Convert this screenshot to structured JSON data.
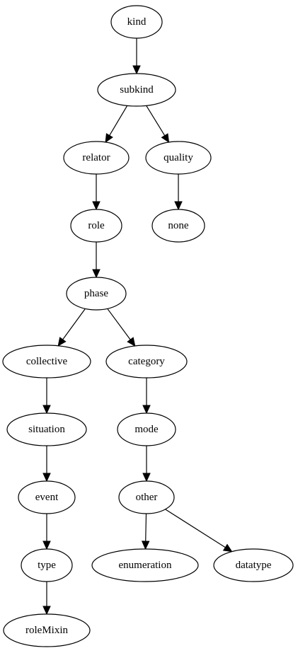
{
  "diagram": {
    "nodes": [
      {
        "id": "kind",
        "label": "kind"
      },
      {
        "id": "subkind",
        "label": "subkind"
      },
      {
        "id": "relator",
        "label": "relator"
      },
      {
        "id": "quality",
        "label": "quality"
      },
      {
        "id": "role",
        "label": "role"
      },
      {
        "id": "none",
        "label": "none"
      },
      {
        "id": "phase",
        "label": "phase"
      },
      {
        "id": "collective",
        "label": "collective"
      },
      {
        "id": "category",
        "label": "category"
      },
      {
        "id": "situation",
        "label": "situation"
      },
      {
        "id": "mode",
        "label": "mode"
      },
      {
        "id": "event",
        "label": "event"
      },
      {
        "id": "other",
        "label": "other"
      },
      {
        "id": "type",
        "label": "type"
      },
      {
        "id": "enumeration",
        "label": "enumeration"
      },
      {
        "id": "datatype",
        "label": "datatype"
      },
      {
        "id": "roleMixin",
        "label": "roleMixin"
      }
    ],
    "edges": [
      {
        "from": "kind",
        "to": "subkind"
      },
      {
        "from": "subkind",
        "to": "relator"
      },
      {
        "from": "subkind",
        "to": "quality"
      },
      {
        "from": "relator",
        "to": "role"
      },
      {
        "from": "quality",
        "to": "none"
      },
      {
        "from": "role",
        "to": "phase"
      },
      {
        "from": "phase",
        "to": "collective"
      },
      {
        "from": "phase",
        "to": "category"
      },
      {
        "from": "collective",
        "to": "situation"
      },
      {
        "from": "category",
        "to": "mode"
      },
      {
        "from": "situation",
        "to": "event"
      },
      {
        "from": "mode",
        "to": "other"
      },
      {
        "from": "event",
        "to": "type"
      },
      {
        "from": "other",
        "to": "enumeration"
      },
      {
        "from": "other",
        "to": "datatype"
      },
      {
        "from": "type",
        "to": "roleMixin"
      }
    ]
  }
}
